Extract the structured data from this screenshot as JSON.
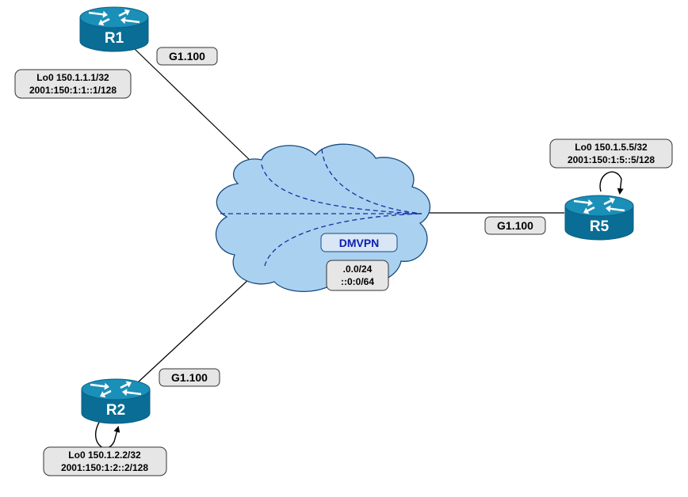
{
  "colors": {
    "router_top": "#1a8fb8",
    "router_side": "#0a6d95",
    "router_edge": "#085e82",
    "cloud_fill": "#aad2f0",
    "cloud_stroke": "#1a4a80",
    "dash": "#1a2ea0",
    "dmvpn_text": "#0c1eb0",
    "label_fill": "#e6e6e6"
  },
  "routers": {
    "r1": {
      "name": "R1"
    },
    "r2": {
      "name": "R2"
    },
    "r5": {
      "name": "R5"
    }
  },
  "links": {
    "r1": {
      "interface": "G1.100"
    },
    "r2": {
      "interface": "G1.100"
    },
    "r5": {
      "interface": "G1.100"
    }
  },
  "loopbacks": {
    "r1": {
      "ipv4": "Lo0 150.1.1.1/32",
      "ipv6": "2001:150:1:1::1/128"
    },
    "r2": {
      "ipv4": "Lo0 150.1.2.2/32",
      "ipv6": "2001:150:1:2::2/128"
    },
    "r5": {
      "ipv4": "Lo0 150.1.5.5/32",
      "ipv6": "2001:150:1:5::5/128"
    }
  },
  "cloud": {
    "name": "DMVPN",
    "subnet_v4": ".0.0/24",
    "subnet_v6": "::0:0/64"
  }
}
